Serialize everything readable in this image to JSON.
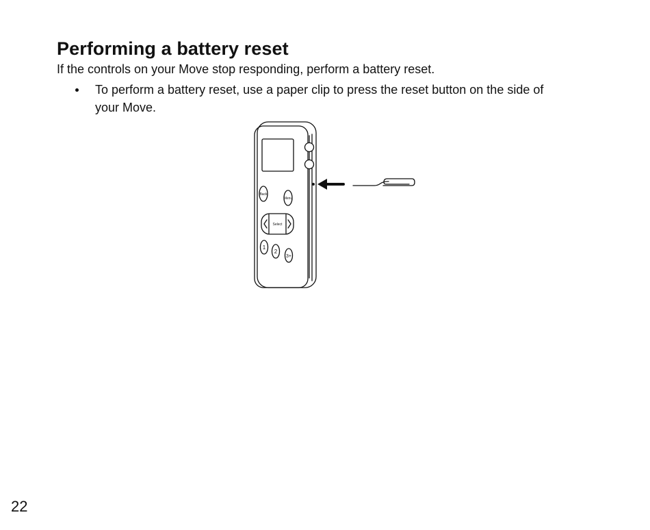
{
  "heading": "Performing a battery reset",
  "intro": "If the controls on your Move stop responding, perform a battery reset.",
  "bullets": [
    "To perform a battery reset, use a paper clip to press the reset button on the side of your Move."
  ],
  "illustration": {
    "buttons": {
      "back": "Back",
      "menu": "Menu",
      "select": "Select",
      "one": "1",
      "two": "2",
      "three": "3+"
    }
  },
  "page_number": "22"
}
